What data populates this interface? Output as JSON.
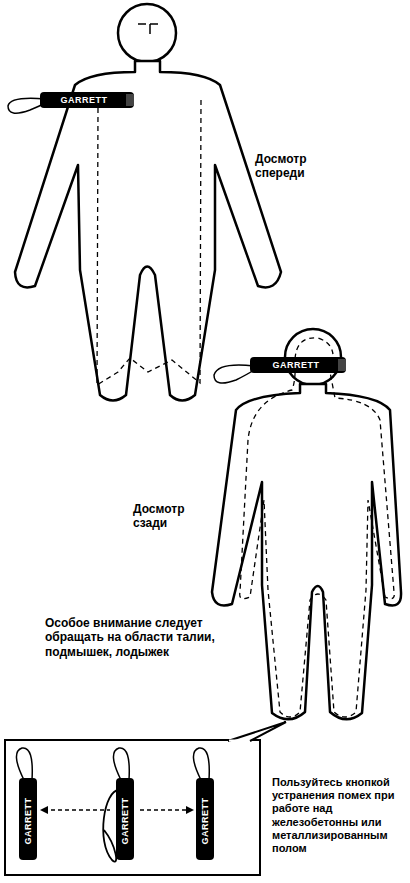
{
  "diagram": {
    "labels": [
      "GARRETT",
      "Досмотр спереди",
      "GARRETT",
      "Досмотр сзади",
      "Особое внимание следует обращать на области талии, подмышек, лодыжек",
      "GARRETT",
      "GARRETT",
      "GARRETT",
      "Пользуйтесь кнопкой устранения помех при работе над железобетонны или металлизированным полом"
    ]
  }
}
